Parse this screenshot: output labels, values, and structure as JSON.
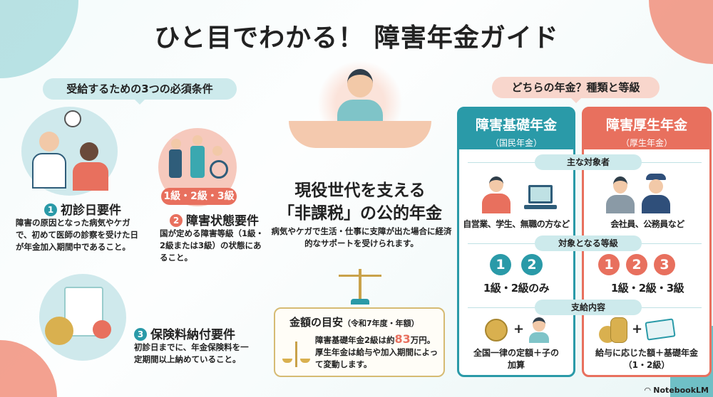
{
  "title": "ひと目でわかる！ 障害年金ガイド",
  "colors": {
    "teal": "#2a9aa8",
    "salmon": "#e8705e",
    "gold": "#c9a24a",
    "pill_teal": "#cdeaec",
    "pill_salmon": "#f8d6cc"
  },
  "left": {
    "pill": "受給するための3つの必須条件",
    "items": [
      {
        "num": "1",
        "heading": "初診日要件",
        "body": "障害の原因となった病気やケガで、初めて医師の診察を受けた日が年金加入期間中であること。",
        "icon": "doctor-consultation-icon"
      },
      {
        "num": "2",
        "heading": "障害状態要件",
        "badge": "1級・2級・3級",
        "body": "国が定める障害等級（1級・2級または3級）の状態にあること。",
        "icon": "disabled-people-icon"
      },
      {
        "num": "3",
        "heading": "保険料納付要件",
        "body": "初診日までに、年金保険料を一定期間以上納めていること。",
        "icon": "coins-document-icon"
      }
    ]
  },
  "center": {
    "headline1": "現役世代を支える",
    "headline2": "「非課税」の公的年金",
    "sub": "病気やケガで生活・仕事に支障が出た場合に経済的なサポートを受けられます。",
    "amount_box": {
      "title": "金額の目安",
      "title_note": "（令和7年度・年額）",
      "line1_pre": "障害基礎年金2級は約",
      "line1_num": "83",
      "line1_post": "万円。",
      "line2": "厚生年金は給与や加入期間によって変動します。",
      "icon": "scale-icon"
    }
  },
  "right": {
    "pill": "どちらの年金？種類と等級",
    "sections": [
      "主な対象者",
      "対象となる等級",
      "支給内容"
    ],
    "columns": [
      {
        "title": "障害基礎年金",
        "subtitle": "（国民年金）",
        "target": "自営業、学生、無職の方など",
        "grades": [
          "1",
          "2"
        ],
        "grade_label": "1級・2級のみ",
        "payment": "全国一律の定額＋子の加算",
        "plus": "+"
      },
      {
        "title": "障害厚生年金",
        "subtitle": "（厚生年金）",
        "target": "会社員、公務員など",
        "grades": [
          "1",
          "2",
          "3"
        ],
        "grade_label": "1級・2級・3級",
        "payment": "給与に応じた額＋基礎年金（1・2級）",
        "plus": "+"
      }
    ]
  },
  "footer": {
    "brand": "NotebookLM"
  }
}
